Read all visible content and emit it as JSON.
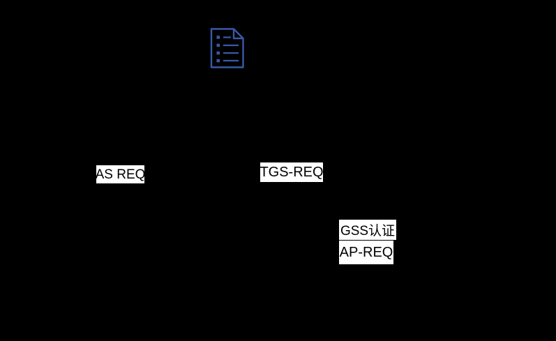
{
  "canvas": {
    "background_color": "#000000"
  },
  "icon": {
    "name": "document-icon",
    "color": "#3a59a8"
  },
  "labels": {
    "as_req": "AS REQ",
    "tgs_req": "TGS-REQ",
    "gss_line1": "GSS认证",
    "gss_line2": "AP-REQ"
  },
  "colors": {
    "label_background": "#ffffff",
    "label_text": "#000000",
    "icon_blue": "#3a59a8",
    "page_background": "#000000"
  }
}
